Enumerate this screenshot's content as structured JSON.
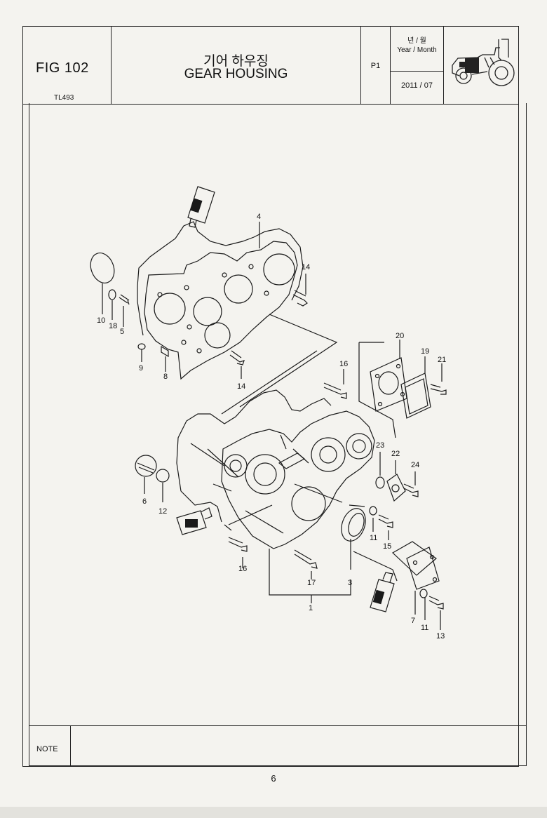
{
  "header": {
    "fig_label": "FIG 102",
    "model": "TL493",
    "title_korean": "기어 하우징",
    "title_english": "GEAR HOUSING",
    "page_code": "P1",
    "year_month_korean": "년 / 월",
    "year_month_english": "Year / Month",
    "year_month_value": "2011  / 07"
  },
  "diagram": {
    "callouts": {
      "c1": "1",
      "c3": "3",
      "c4": "4",
      "c5": "5",
      "c6": "6",
      "c7": "7",
      "c8": "8",
      "c9": "9",
      "c10": "10",
      "c11a": "11",
      "c11b": "11",
      "c12": "12",
      "c13": "13",
      "c14a": "14",
      "c14b": "14",
      "c15": "15",
      "c16a": "16",
      "c16b": "16",
      "c17": "17",
      "c18": "18",
      "c19": "19",
      "c20": "20",
      "c21": "21",
      "c22": "22",
      "c23": "23",
      "c24": "24"
    }
  },
  "footer": {
    "note_label": "NOTE",
    "page_number": "6"
  }
}
